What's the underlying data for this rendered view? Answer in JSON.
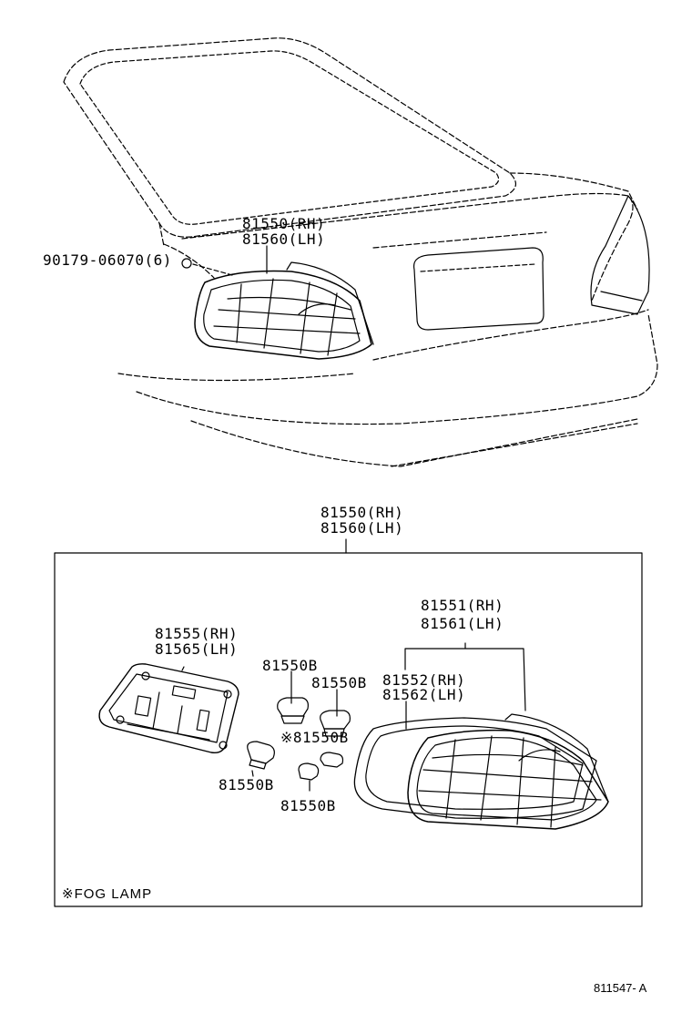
{
  "top_view": {
    "lamp_rh": "81550(RH)",
    "lamp_lh": "81560(LH)",
    "nut": "90179-06070(6)"
  },
  "exploded_view": {
    "assy_rh": "81550(RH)",
    "assy_lh": "81560(LH)",
    "lens_rh": "81551(RH)",
    "lens_lh": "81561(LH)",
    "gasket_rh": "81552(RH)",
    "gasket_lh": "81562(LH)",
    "socket_rh": "81555(RH)",
    "socket_lh": "81565(LH)",
    "bulb_1": "81550B",
    "bulb_2": "81550B",
    "bulb_fog": "※81550B",
    "bulb_3": "81550B",
    "bulb_4": "81550B",
    "legend": "※FOG LAMP"
  },
  "figure_id": "811547- A"
}
